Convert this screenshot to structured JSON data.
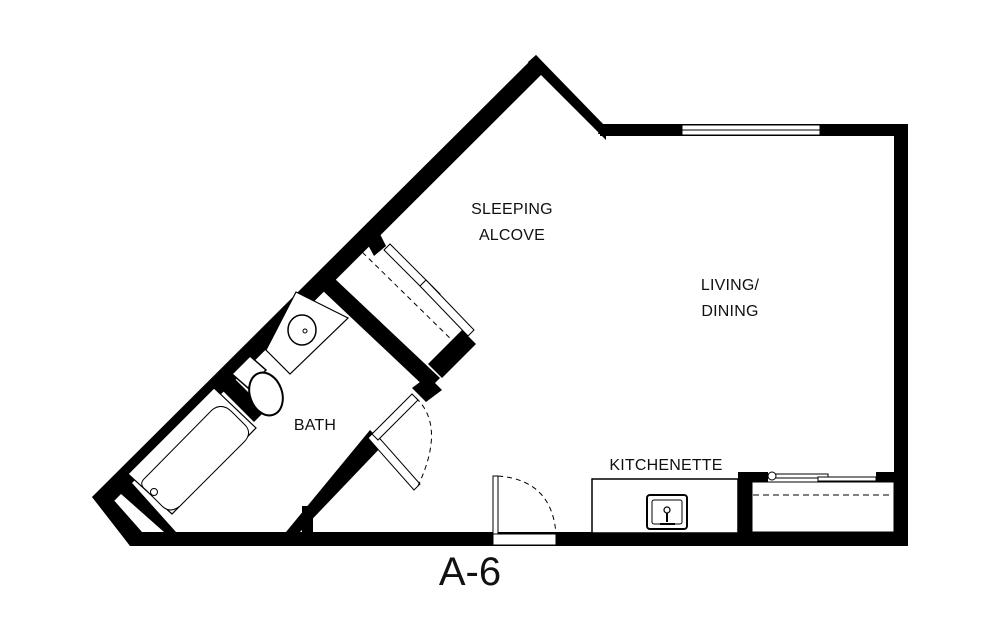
{
  "plan": {
    "unit_name": "A-6",
    "colors": {
      "wall": "#000000",
      "background": "#ffffff",
      "text": "#111111",
      "fixture": "#222222"
    },
    "rooms": [
      {
        "id": "sleeping",
        "lines": [
          "SLEEPING",
          "ALCOVE"
        ]
      },
      {
        "id": "living",
        "lines": [
          "LIVING/",
          "DINING"
        ]
      },
      {
        "id": "bath",
        "lines": [
          "BATH"
        ]
      },
      {
        "id": "kitchenette",
        "lines": [
          "KITCHENETTE"
        ]
      }
    ],
    "fixtures": [
      "bathtub",
      "toilet",
      "bathroom-sink",
      "kitchen-sink",
      "closet-bath",
      "closet-living",
      "window",
      "entry-door",
      "bath-door"
    ]
  }
}
